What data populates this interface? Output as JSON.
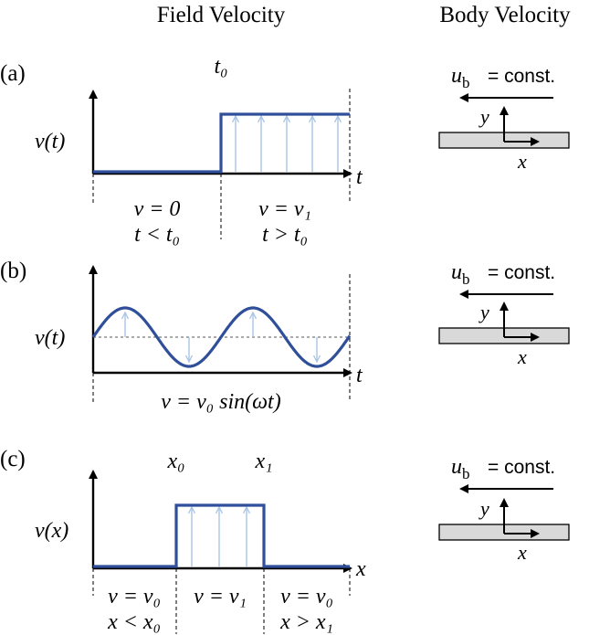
{
  "headers": {
    "field": "Field Velocity",
    "body": "Body Velocity"
  },
  "panels": {
    "a": {
      "label": "(a)",
      "ylabel": "v(t)",
      "xaxis": "t",
      "marker": "t₀",
      "left_eq": "v = 0",
      "left_cond": "t < t₀",
      "right_eq": "v = v₁",
      "right_cond": "t > t₀"
    },
    "b": {
      "label": "(b)",
      "ylabel": "v(t)",
      "xaxis": "t",
      "eq": "v = v₀ sin(ωt)"
    },
    "c": {
      "label": "(c)",
      "ylabel": "v(x)",
      "xaxis": "x",
      "marker0": "x₀",
      "marker1": "x₁",
      "left_eq": "v = v₀",
      "left_cond": "x < x₀",
      "mid_eq": "v = v₁",
      "right_eq": "v = v₀",
      "right_cond": "x > x₁"
    }
  },
  "body": {
    "ub_label": "u",
    "ub_sub": "b",
    "ub_value": "= const.",
    "y_label": "y",
    "x_label": "x"
  }
}
